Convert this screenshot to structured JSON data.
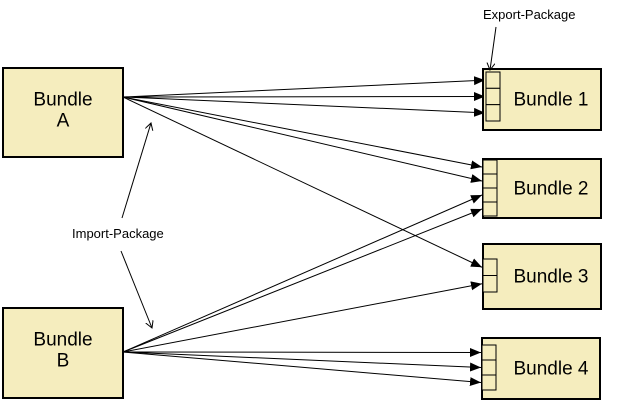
{
  "diagram": {
    "background": "#ffffff",
    "box_fill": "#f5edbe",
    "box_border": "#000000",
    "line_color": "#000000"
  },
  "labels": {
    "export_package": "Export-Package",
    "import_package": "Import-Package"
  },
  "nodes": {
    "left": [
      {
        "id": "bundle-a",
        "line1": "Bundle",
        "line2": "A"
      },
      {
        "id": "bundle-b",
        "line1": "Bundle",
        "line2": "B"
      }
    ],
    "right": [
      {
        "id": "bundle-1",
        "label": "Bundle 1",
        "ports": 3
      },
      {
        "id": "bundle-2",
        "label": "Bundle 2",
        "ports": 4
      },
      {
        "id": "bundle-3",
        "label": "Bundle 3",
        "ports": 2
      },
      {
        "id": "bundle-4",
        "label": "Bundle 4",
        "ports": 3
      }
    ]
  },
  "edges": [
    {
      "from": "bundle-a",
      "to": "bundle-1",
      "port": 0
    },
    {
      "from": "bundle-a",
      "to": "bundle-1",
      "port": 1
    },
    {
      "from": "bundle-a",
      "to": "bundle-1",
      "port": 2
    },
    {
      "from": "bundle-a",
      "to": "bundle-2",
      "port": 0
    },
    {
      "from": "bundle-a",
      "to": "bundle-2",
      "port": 1
    },
    {
      "from": "bundle-a",
      "to": "bundle-3",
      "port": 0
    },
    {
      "from": "bundle-b",
      "to": "bundle-2",
      "port": 2
    },
    {
      "from": "bundle-b",
      "to": "bundle-2",
      "port": 3
    },
    {
      "from": "bundle-b",
      "to": "bundle-3",
      "port": 1
    },
    {
      "from": "bundle-b",
      "to": "bundle-4",
      "port": 0
    },
    {
      "from": "bundle-b",
      "to": "bundle-4",
      "port": 1
    },
    {
      "from": "bundle-b",
      "to": "bundle-4",
      "port": 2
    }
  ]
}
